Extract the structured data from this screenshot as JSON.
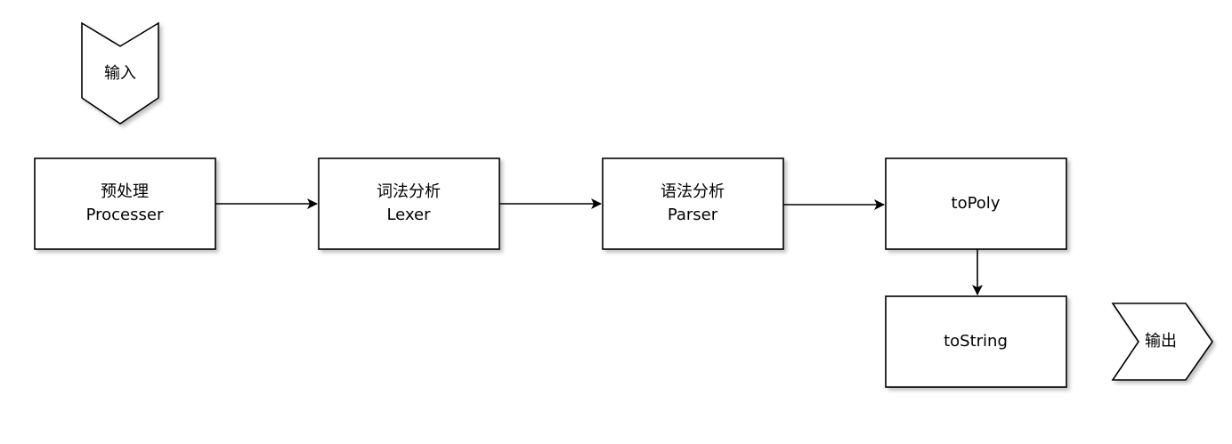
{
  "diagram": {
    "input_label": "输入",
    "output_label": "输出",
    "nodes": [
      {
        "id": "preprocess",
        "line1": "预处理",
        "line2": "Processer"
      },
      {
        "id": "lexer",
        "line1": "词法分析",
        "line2": "Lexer"
      },
      {
        "id": "parser",
        "line1": "语法分析",
        "line2": "Parser"
      },
      {
        "id": "topoly",
        "line1": "toPoly"
      },
      {
        "id": "tostring",
        "line1": "toString"
      }
    ],
    "edges": [
      {
        "from": "preprocess",
        "to": "lexer"
      },
      {
        "from": "lexer",
        "to": "parser"
      },
      {
        "from": "parser",
        "to": "topoly"
      },
      {
        "from": "topoly",
        "to": "tostring"
      }
    ]
  }
}
